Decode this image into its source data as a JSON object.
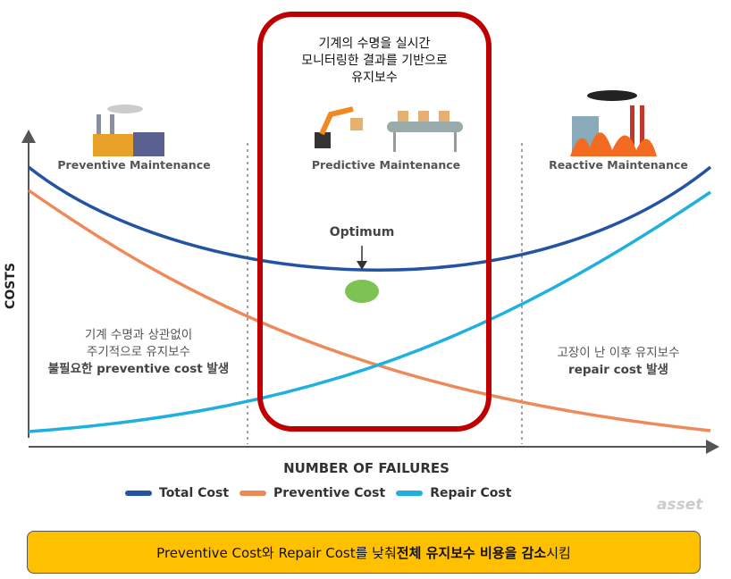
{
  "top_note": [
    "기계의 수명을 실시간",
    "모니터링한 결과를 기반으로",
    "유지보수"
  ],
  "sections": {
    "preventive": "Preventive Maintenance",
    "predictive": "Predictive Maintenance",
    "reactive": "Reactive Maintenance"
  },
  "optimum": "Optimum",
  "y_label": "COSTS",
  "x_label": "NUMBER OF FAILURES",
  "left_note": {
    "line1": "기계 수명과 상관없이",
    "line2": "주기적으로 유지보수",
    "line3": "불필요한 preventive cost 발생"
  },
  "right_note": {
    "line1": "고장이 난 이후 유지보수",
    "line2": "repair cost 발생"
  },
  "legend": [
    {
      "label": "Total Cost",
      "color": "#2453a4"
    },
    {
      "label": "Preventive Cost",
      "color": "#ee8a5a"
    },
    {
      "label": "Repair Cost",
      "color": "#1fb0e0"
    }
  ],
  "watermark": "asset",
  "banner": {
    "p1": "Preventive Cost와 Repair Cost를 낮춰 ",
    "p2": "전체 유지보수 비용을 감소",
    "p3": "시킴"
  }
}
